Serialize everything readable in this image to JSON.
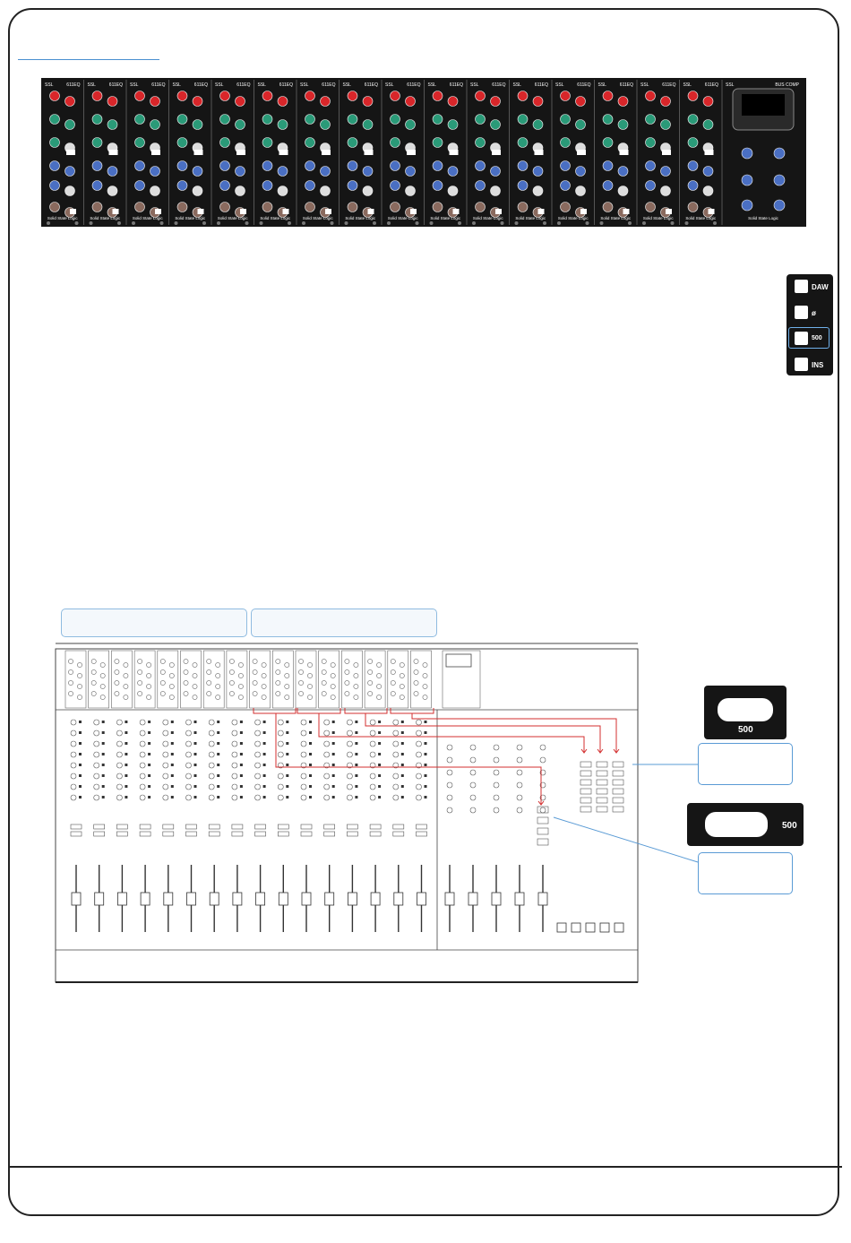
{
  "rack": {
    "brand": "SSL",
    "module_name": "611EQ",
    "footer_text": "Solid State Logic",
    "modules": 16,
    "master_module_name": "BUS COMP"
  },
  "rack_buttons": [
    {
      "label": "DAW"
    },
    {
      "label": "ø"
    },
    {
      "label": "500"
    },
    {
      "label": "INS"
    }
  ],
  "button_images": {
    "top_label": "500",
    "bottom_label": "500"
  },
  "colors": {
    "knob_red": "#d8262a",
    "knob_green": "#2a9a78",
    "knob_blue": "#4a6fc3",
    "knob_brown": "#8a6a5e",
    "routing": "#d32f2f",
    "accent": "#5a9bd5"
  }
}
